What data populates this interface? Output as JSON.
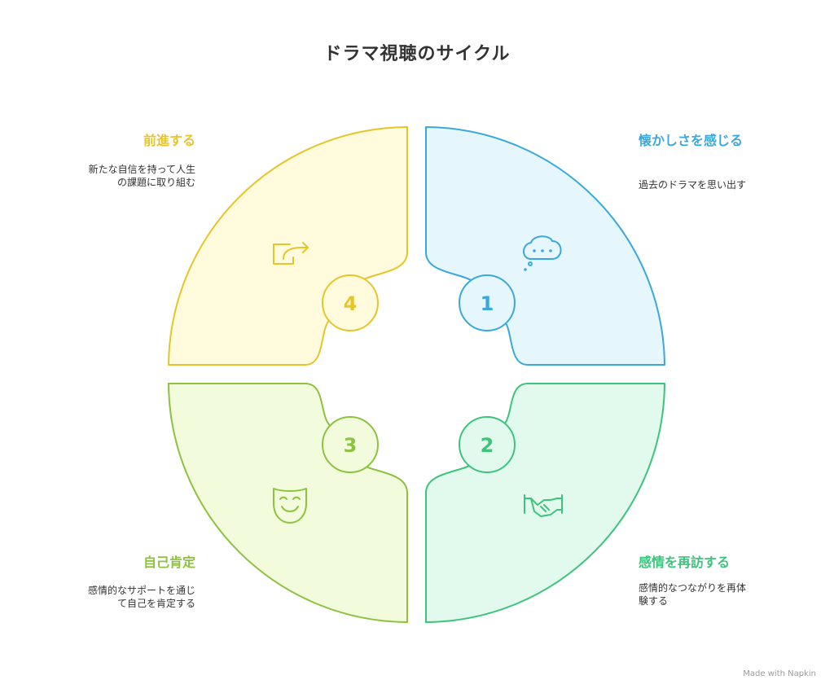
{
  "title": "ドラマ視聴のサイクル",
  "steps": [
    {
      "number": "1",
      "heading": "懐かしさを感じる",
      "description": "過去のドラマを思い出す",
      "icon": "thought-bubble-icon",
      "color": "#3aa8dc",
      "fill": "#e6f6fd"
    },
    {
      "number": "2",
      "heading": "感情を再訪する",
      "description": "感情的なつながりを再体験する",
      "icon": "handshake-icon",
      "color": "#3cc47c",
      "fill": "#e2f9ed"
    },
    {
      "number": "3",
      "heading": "自己肯定",
      "description": "感情的なサポートを通じて自己を肯定する",
      "icon": "smiling-mask-icon",
      "color": "#8cc23f",
      "fill": "#f2fbdc"
    },
    {
      "number": "4",
      "heading": "前進する",
      "description": "新たな自信を持って人生の課題に取り組む",
      "icon": "share-arrow-icon",
      "color": "#e6c52a",
      "fill": "#fffbdc"
    }
  ],
  "footer": {
    "text": "Made with Napkin"
  }
}
